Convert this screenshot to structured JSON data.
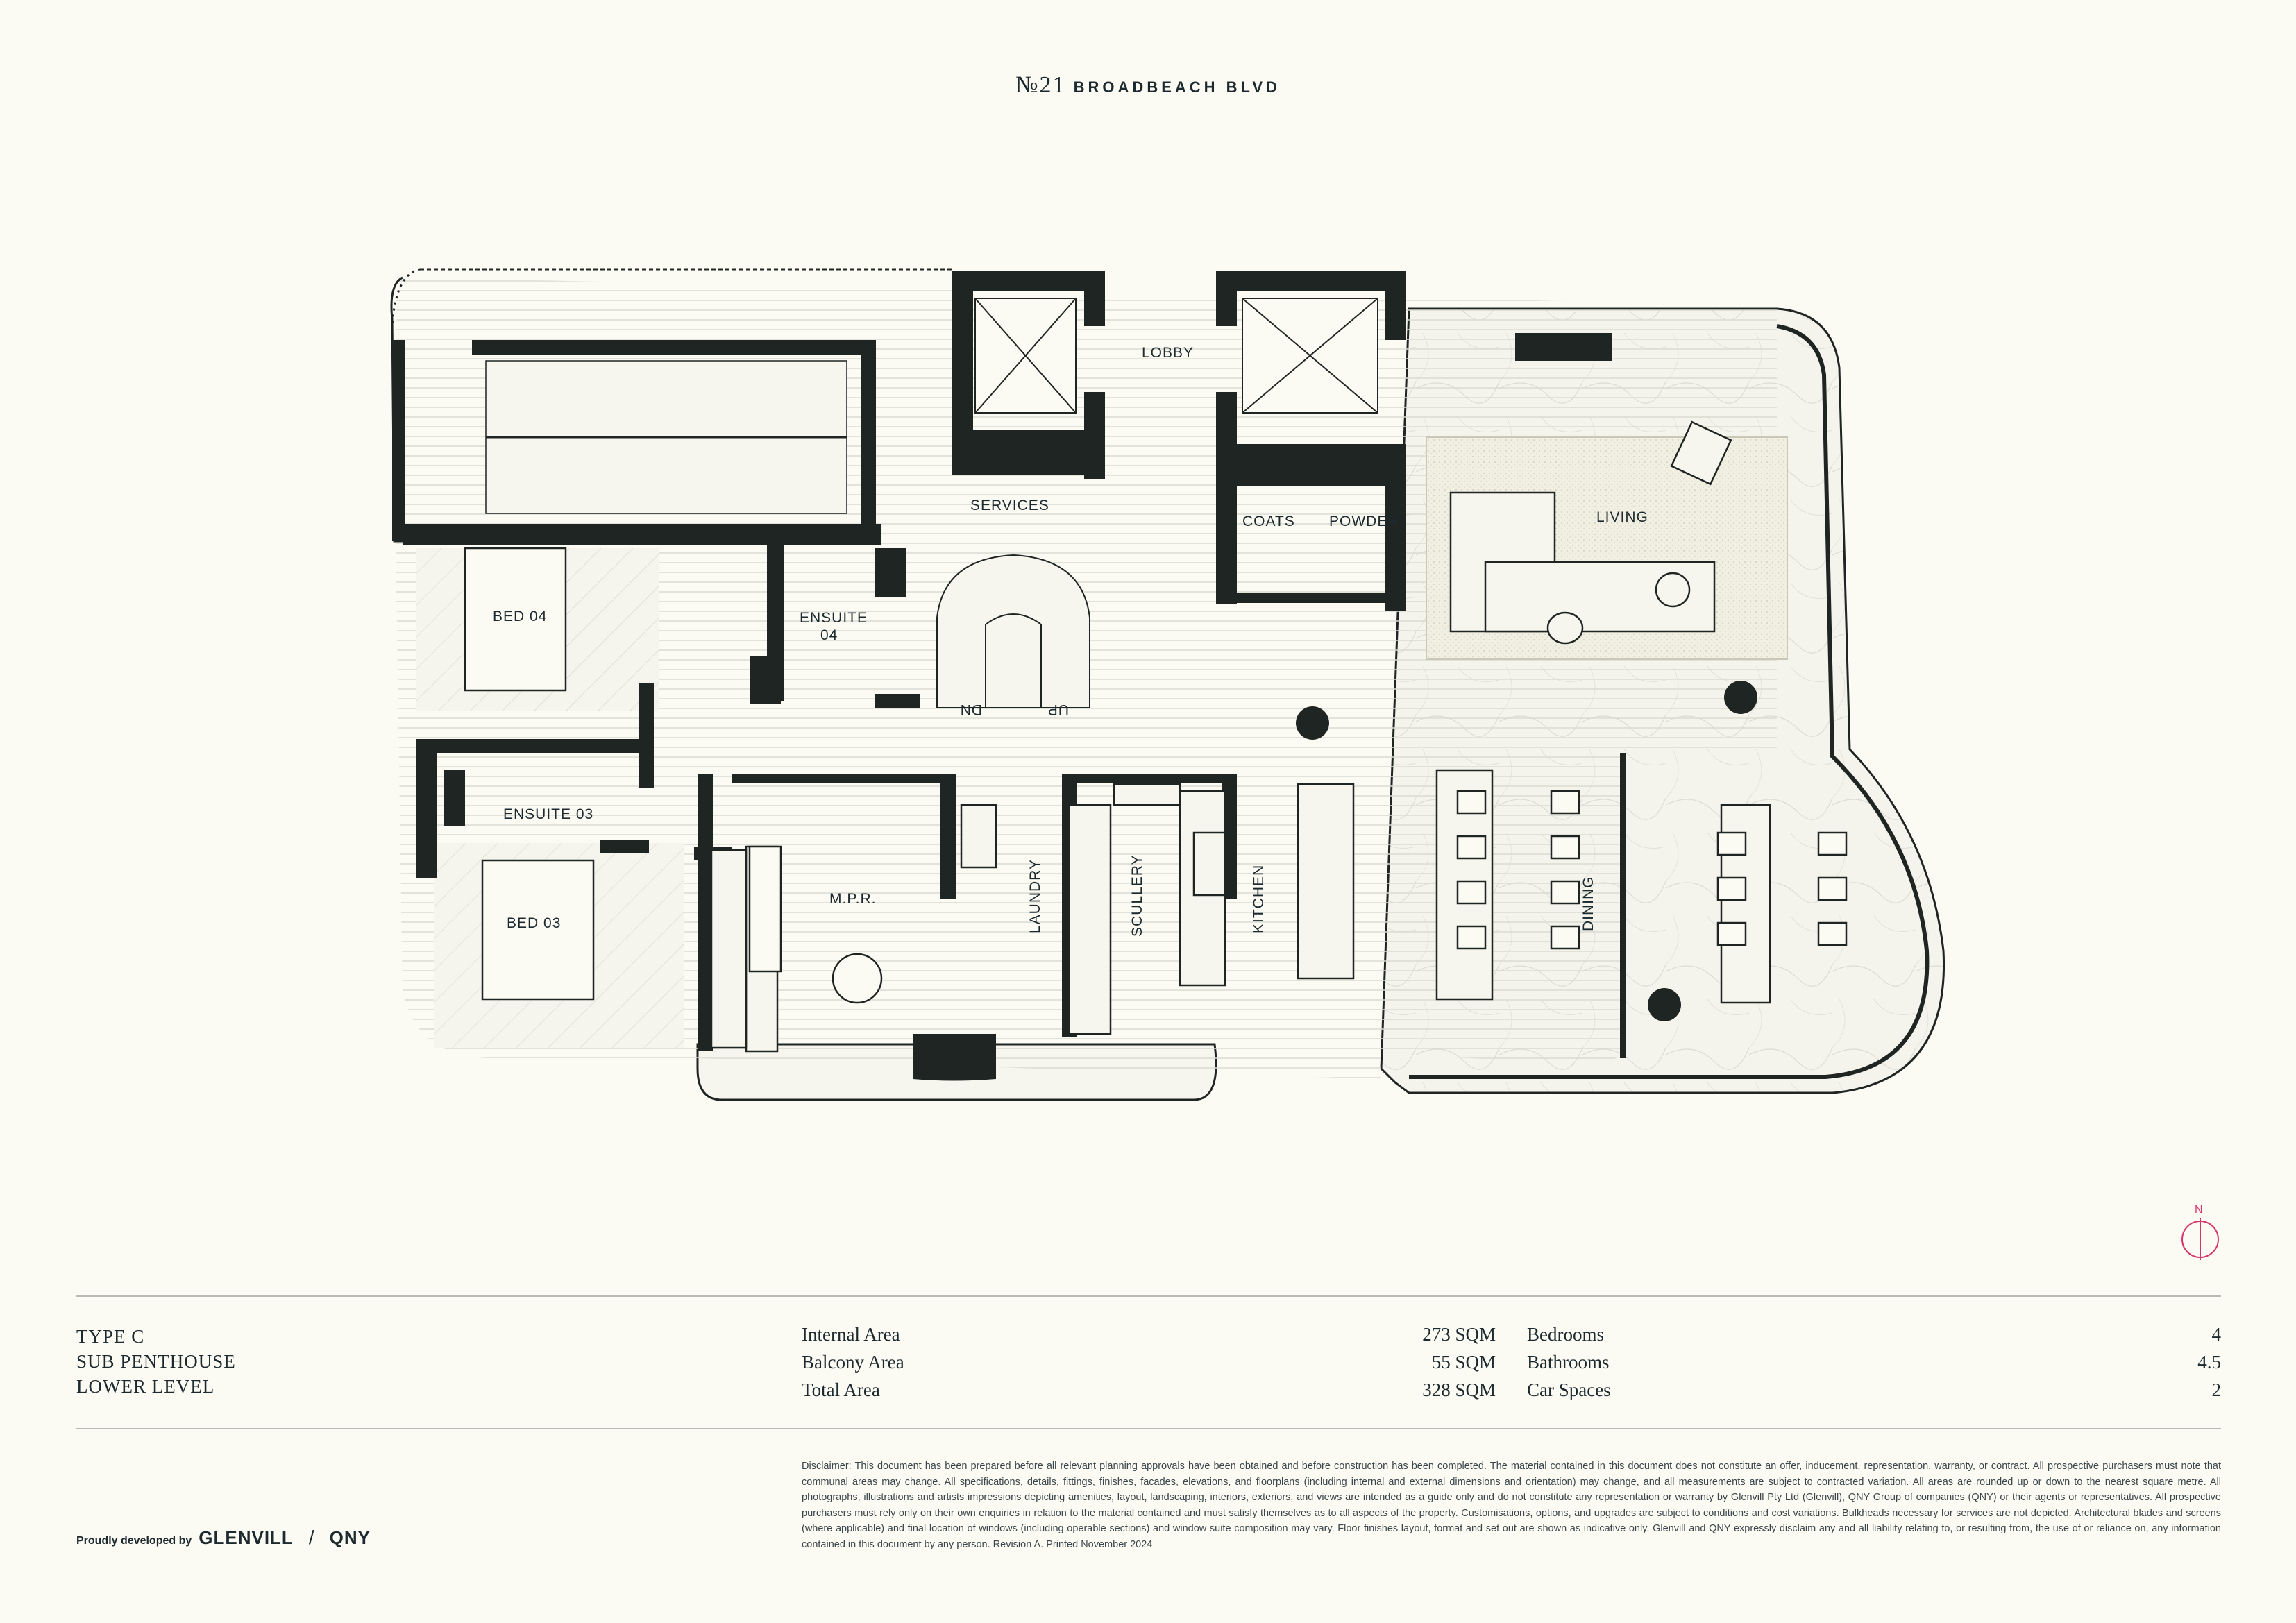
{
  "brand": {
    "number": "№21",
    "street": "BROADBEACH BLVD"
  },
  "rooms": {
    "lobby": "LOBBY",
    "services": "SERVICES",
    "coats": "COATS",
    "powder": "POWDER",
    "living": "LIVING",
    "bed04": "BED 04",
    "ensuite04_a": "ENSUITE",
    "ensuite04_b": "04",
    "dn": "DN",
    "up": "UP",
    "ensuite03": "ENSUITE 03",
    "bed03": "BED 03",
    "mpr": "M.P.R.",
    "laundry": "LAUNDRY",
    "scullery": "SCULLERY",
    "kitchen": "KITCHEN",
    "dining": "DINING"
  },
  "compass": {
    "label": "N",
    "color": "#d6336c"
  },
  "unit": {
    "type": "TYPE C",
    "name": "SUB PENTHOUSE",
    "level": "LOWER LEVEL"
  },
  "areas": [
    {
      "label": "Internal Area",
      "value": "273 SQM"
    },
    {
      "label": "Balcony Area",
      "value": "55 SQM"
    },
    {
      "label": "Total Area",
      "value": "328 SQM"
    }
  ],
  "features": [
    {
      "label": "Bedrooms",
      "value": "4"
    },
    {
      "label": "Bathrooms",
      "value": "4.5"
    },
    {
      "label": "Car Spaces",
      "value": "2"
    }
  ],
  "disclaimer": "Disclaimer: This document has been prepared before all relevant planning approvals have been obtained and before construction has been completed. The material contained in this document does not constitute an offer, inducement, representation, warranty, or contract. All prospective purchasers must note that communal areas may change. All specifications, details, fittings, finishes, facades, elevations, and floorplans (including internal and external dimensions and orientation) may change, and all measurements are subject to contracted variation. All areas are rounded up or down to the nearest square metre. All photographs, illustrations and artists impressions depicting amenities, layout, landscaping, interiors, exteriors, and views are intended as a guide only and do not constitute any representation or warranty by Glenvill Pty Ltd (Glenvill), QNY Group of companies (QNY) or their agents or representatives. All prospective purchasers must rely only on their own enquiries in relation to the material contained and must satisfy themselves as to all aspects of the property. Customisations, options, and upgrades are subject to conditions and cost variations. Bulkheads necessary for services are not depicted. Architectural blades and screens (where applicable) and final location of windows (including operable sections) and window suite composition may vary. Floor finishes layout, format and set out are shown as indicative only. Glenvill and QNY expressly disclaim any and all liability relating to, or resulting from, the use of or reliance on, any information contained in this document by any person. Revision A. Printed November 2024",
  "developer": {
    "prefix": "Proudly developed by",
    "name1": "GLENVILL",
    "separator": "/",
    "name2": "QNY"
  },
  "colors": {
    "background": "#fcfbf3",
    "ink": "#1c2a30",
    "wall": "#1f2523",
    "accent": "#d6336c"
  }
}
